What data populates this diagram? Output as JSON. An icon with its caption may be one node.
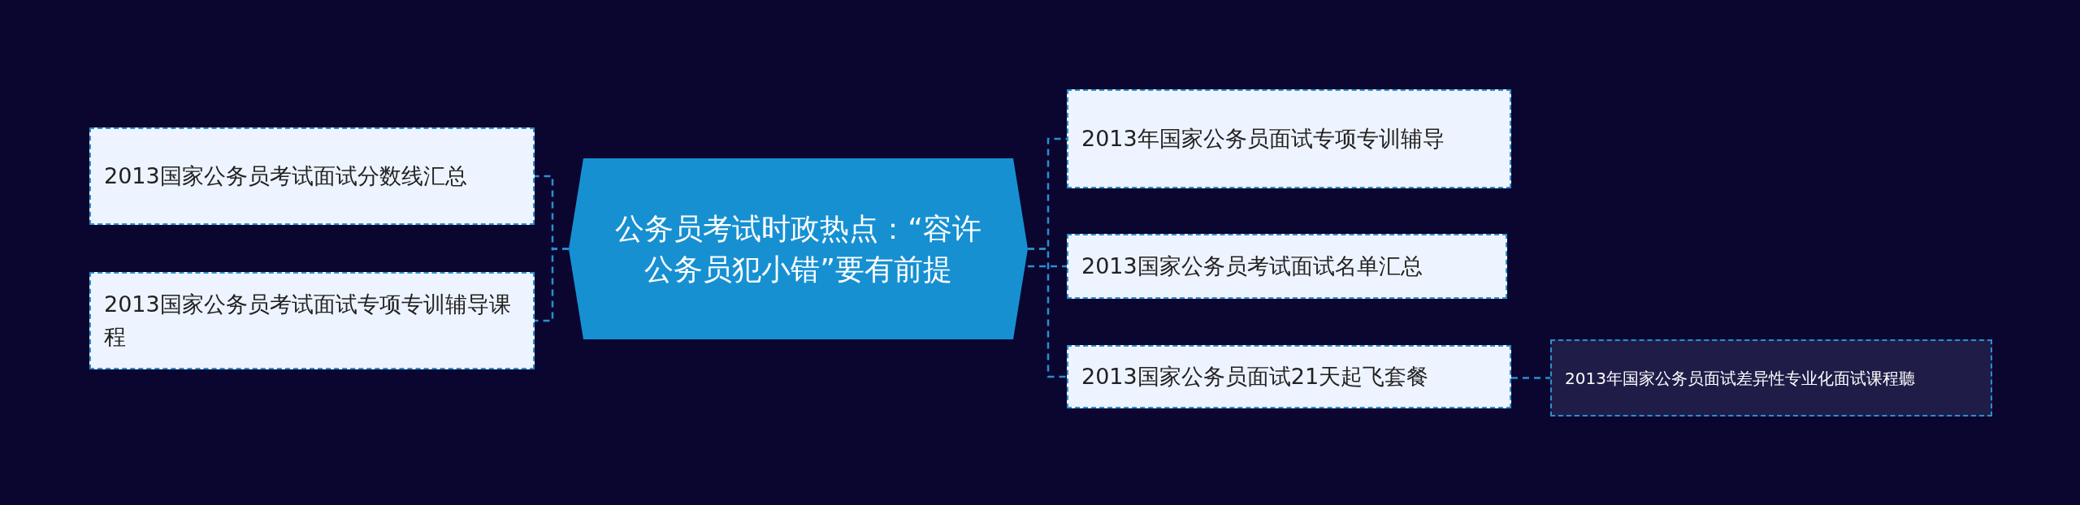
{
  "diagram": {
    "nodes": [
      {
        "text": [
          "公务员考试时政热点：“容许公务员犯小错”要有前提"
        ]
      },
      {
        "text": [
          "2013国家公务员考试面试分数线汇总"
        ]
      },
      {
        "text": [
          "2013国家公务员考试面试专项专训辅导课程"
        ]
      },
      {
        "text": [
          "2013年国家公务员面试专项专训辅导"
        ]
      },
      {
        "text": [
          "2013国家公务员考试面试名单汇总"
        ]
      },
      {
        "text": [
          "2013国家公务员面试21天起飞套餐"
        ]
      },
      {
        "text": [
          "2013年国家公务员面试差异性专业化面试课程聽"
        ]
      }
    ],
    "edges": [
      {
        "from": 0,
        "to": 1,
        "arrow": "none",
        "style": "dashed"
      },
      {
        "from": 0,
        "to": 2,
        "arrow": "none",
        "style": "dashed"
      },
      {
        "from": 0,
        "to": 3,
        "arrow": "none",
        "style": "dashed"
      },
      {
        "from": 0,
        "to": 4,
        "arrow": "none",
        "style": "dashed"
      },
      {
        "from": 0,
        "to": 5,
        "arrow": "none",
        "style": "dashed"
      },
      {
        "from": 5,
        "to": 6,
        "arrow": "none",
        "style": "dashed"
      }
    ]
  }
}
